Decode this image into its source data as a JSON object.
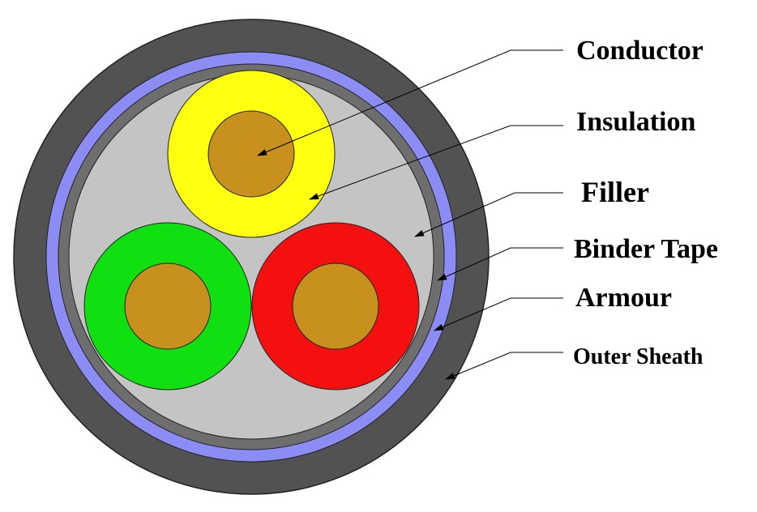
{
  "title": "Three-core armoured cable cross-section",
  "labels": {
    "conductor": "Conductor",
    "insulation": "Insulation",
    "filler": "Filler",
    "binder_tape": "Binder Tape",
    "armour": "Armour",
    "outer_sheath": "Outer Sheath"
  },
  "colors": {
    "outer_sheath": "#525252",
    "armour": "#8c8cf5",
    "binder_tape": "#6e6e6e",
    "filler": "#c4c4c4",
    "core_yellow": "#ffff10",
    "core_green": "#10e010",
    "core_red": "#f51010",
    "conductor": "#c8901c"
  }
}
